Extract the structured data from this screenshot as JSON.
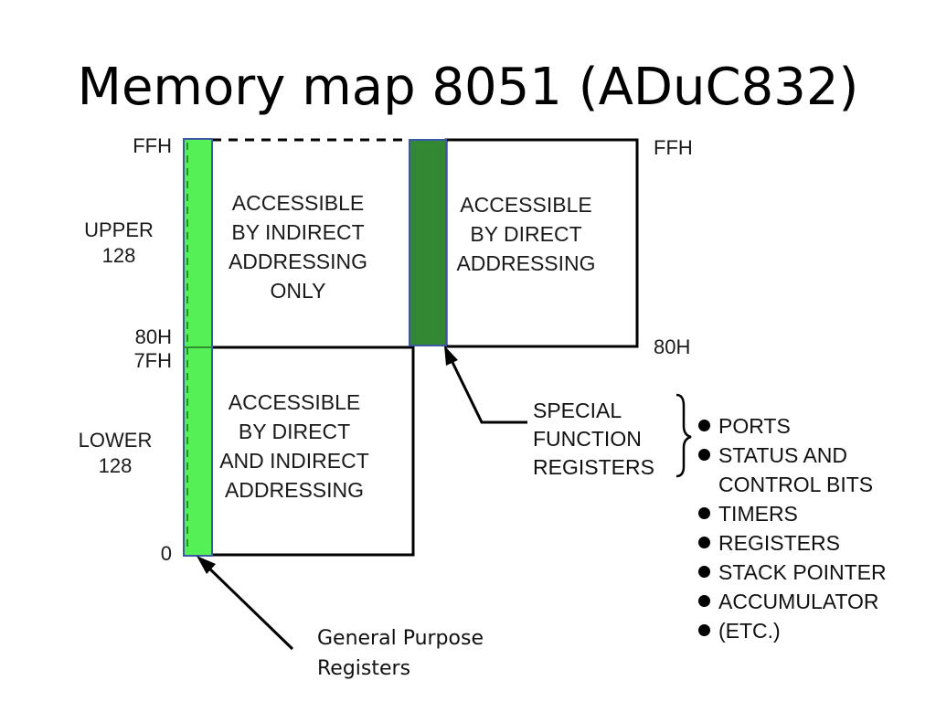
{
  "slide": {
    "title": "Memory map 8051 (ADuC832)"
  },
  "left_axis": {
    "ffh": "FFH",
    "upper_line1": "UPPER",
    "upper_line2": "128",
    "h80": "80H",
    "h7f": "7FH",
    "lower_line1": "LOWER",
    "lower_line2": "128",
    "zero": "0"
  },
  "right_axis": {
    "ffh": "FFH",
    "h80": "80H"
  },
  "blocks": {
    "upper_left": [
      "ACCESSIBLE",
      "BY INDIRECT",
      "ADDRESSING",
      "ONLY"
    ],
    "lower_left": [
      "ACCESSIBLE",
      "BY DIRECT",
      "AND INDIRECT",
      "ADDRESSING"
    ],
    "upper_right": [
      "ACCESSIBLE",
      "BY DIRECT",
      "ADDRESSING"
    ]
  },
  "sfr": {
    "lines": [
      "SPECIAL",
      "FUNCTION",
      "REGISTERS"
    ]
  },
  "sfr_contents": [
    "PORTS",
    "STATUS AND",
    "CONTROL BITS",
    "TIMERS",
    "REGISTERS",
    "STACK POINTER",
    "ACCUMULATOR",
    "(ETC.)"
  ],
  "gpr": {
    "line1": "General Purpose",
    "line2": "Registers"
  },
  "colors": {
    "gpr_bar": "#55f055",
    "sfr_bar": "#338833",
    "bar_border": "#3a5aa8",
    "line": "#000000"
  }
}
